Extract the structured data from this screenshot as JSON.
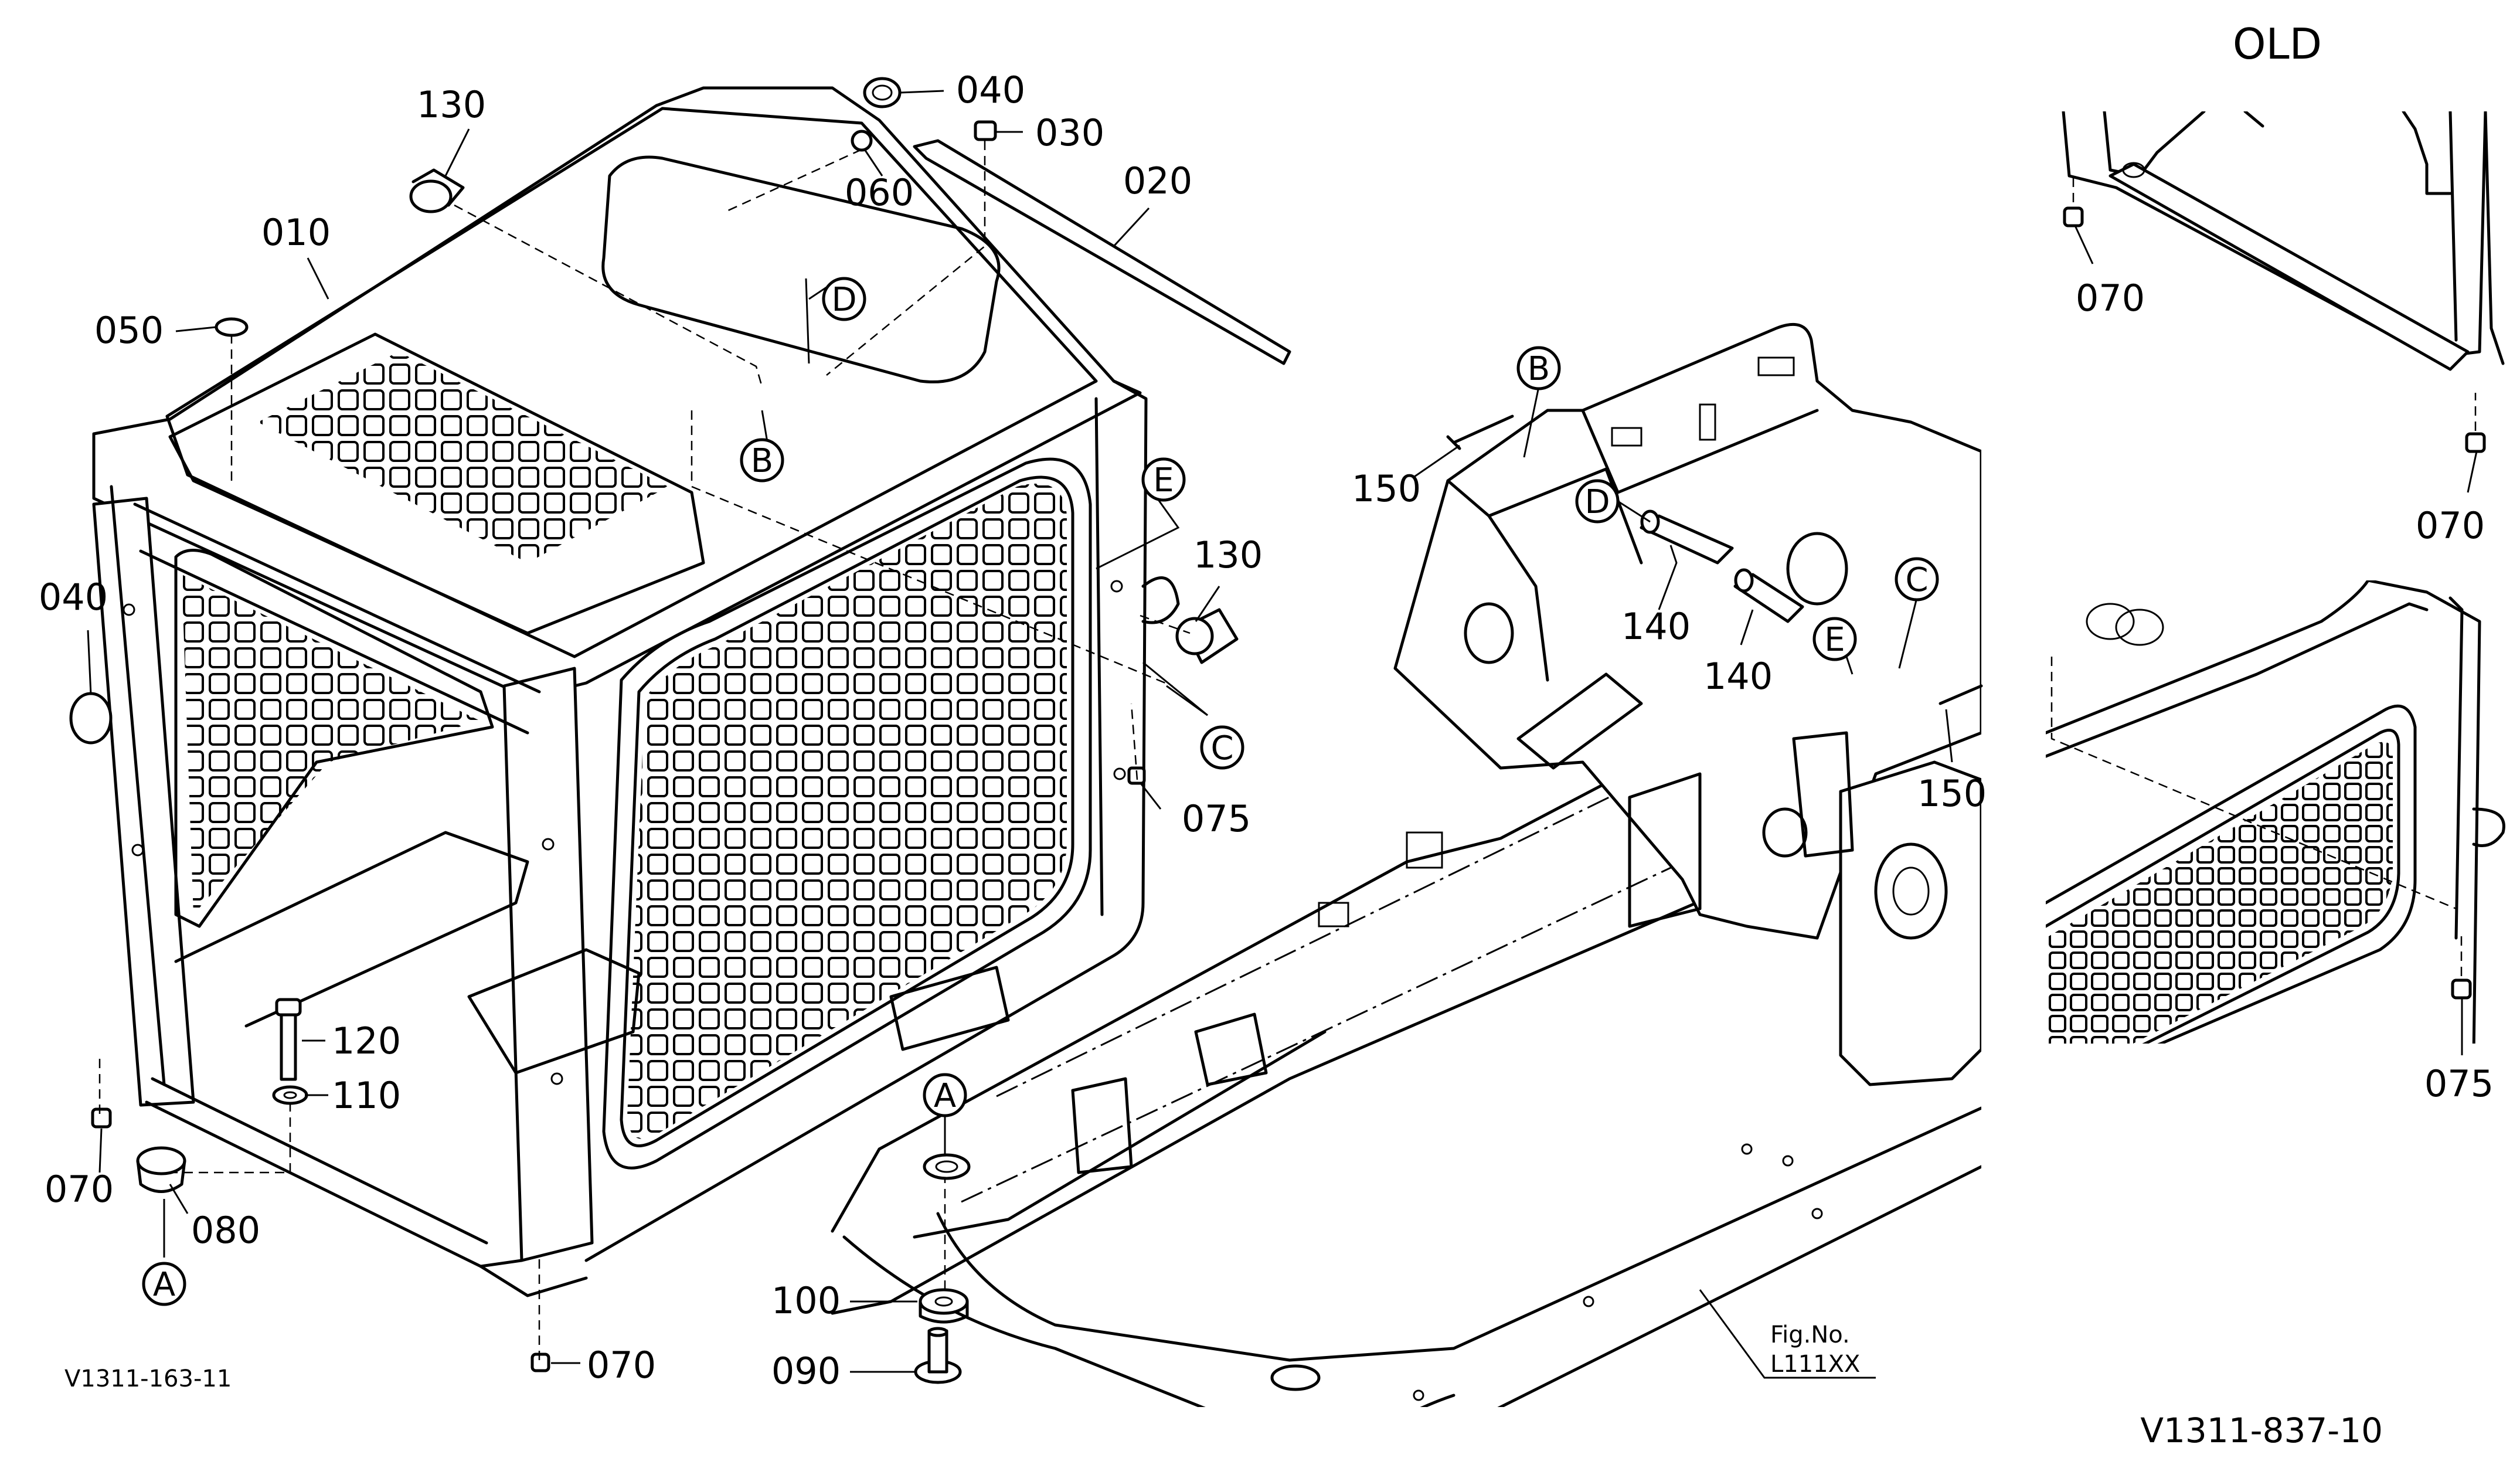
{
  "view_label": "OLD",
  "parts": {
    "p010": "010",
    "p020": "020",
    "p030": "030",
    "p040_top": "040",
    "p040_left": "040",
    "p050": "050",
    "p060": "060",
    "p070_left": "070",
    "p070_bottom": "070",
    "p070_old_a": "070",
    "p070_old_b": "070",
    "p075_main": "075",
    "p075_old": "075",
    "p080": "080",
    "p090": "090",
    "p100": "100",
    "p110": "110",
    "p120": "120",
    "p130_top": "130",
    "p130_right": "130",
    "p140_a": "140",
    "p140_b": "140",
    "p150_a": "150",
    "p150_b": "150"
  },
  "refs": {
    "A": "A",
    "B": "B",
    "C": "C",
    "D": "D",
    "E": "E"
  },
  "codes": {
    "left": "V1311-163-11",
    "right": "V1311-837-10"
  },
  "fig_ref": {
    "line1": "Fig.No.",
    "line2": "L111XX"
  }
}
